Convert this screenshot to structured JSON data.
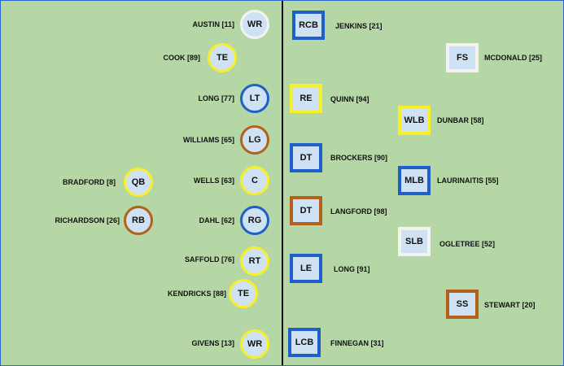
{
  "colors": {
    "white": "#f3f3f3",
    "yellow": "#f7ef2a",
    "blue": "#1f5fc9",
    "orange": "#b3611f"
  },
  "offense": [
    {
      "pos": "WR",
      "label": "AUSTIN [11]",
      "border": "white"
    },
    {
      "pos": "TE",
      "label": "COOK [89]",
      "border": "yellow"
    },
    {
      "pos": "LT",
      "label": "LONG [77]",
      "border": "blue"
    },
    {
      "pos": "LG",
      "label": "WILLIAMS [65]",
      "border": "orange"
    },
    {
      "pos": "QB",
      "label": "BRADFORD [8]",
      "border": "yellow"
    },
    {
      "pos": "C",
      "label": "WELLS [63]",
      "border": "yellow"
    },
    {
      "pos": "RB",
      "label": "RICHARDSON [26]",
      "border": "orange"
    },
    {
      "pos": "RG",
      "label": "DAHL [62]",
      "border": "blue"
    },
    {
      "pos": "RT",
      "label": "SAFFOLD [76]",
      "border": "yellow"
    },
    {
      "pos": "TE",
      "label": "KENDRICKS [88]",
      "border": "yellow"
    },
    {
      "pos": "WR",
      "label": "GIVENS [13]",
      "border": "yellow"
    }
  ],
  "defense": [
    {
      "pos": "RCB",
      "label": "JENKINS [21]",
      "border": "blue"
    },
    {
      "pos": "FS",
      "label": "MCDONALD [25]",
      "border": "white"
    },
    {
      "pos": "RE",
      "label": "QUINN [94]",
      "border": "yellow"
    },
    {
      "pos": "WLB",
      "label": "DUNBAR [58]",
      "border": "yellow"
    },
    {
      "pos": "DT",
      "label": "BROCKERS [90]",
      "border": "blue"
    },
    {
      "pos": "MLB",
      "label": "LAURINAITIS [55]",
      "border": "blue"
    },
    {
      "pos": "DT",
      "label": "LANGFORD [98]",
      "border": "orange"
    },
    {
      "pos": "SLB",
      "label": "OGLETREE [52]",
      "border": "white"
    },
    {
      "pos": "LE",
      "label": "LONG [91]",
      "border": "blue"
    },
    {
      "pos": "SS",
      "label": "STEWART [20]",
      "border": "orange"
    },
    {
      "pos": "LCB",
      "label": "FINNEGAN [31]",
      "border": "blue"
    }
  ]
}
